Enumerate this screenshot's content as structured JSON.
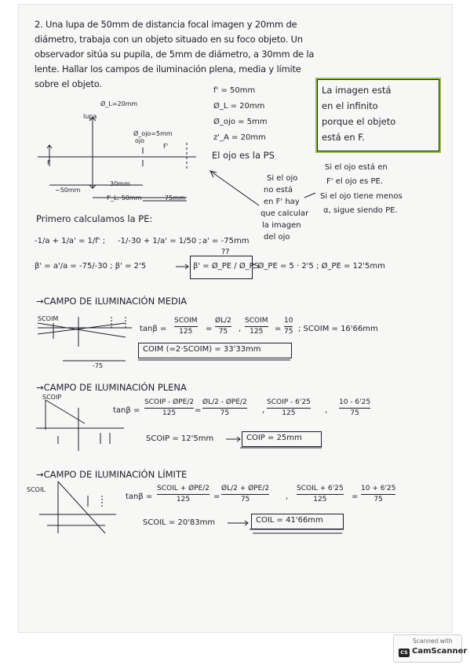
{
  "problem": {
    "line1": "2. Una lupa de 50mm de distancia focal imagen y 20mm de",
    "line2": "diámetro, trabaja con un objeto situado en su foco objeto. Un",
    "line3": "observador sitúa su pupila, de 5mm de diámetro, a 30mm de la",
    "line4": "lente. Hallar los campos de iluminación plena, media y límite",
    "line5": "sobre el objeto."
  },
  "diagram1": {
    "lupa_label": "lupa",
    "diam_label": "Ø_L=20mm",
    "pupil_label": "Ø_ojo=5mm",
    "ojo_label": "ojo",
    "f_label": "F",
    "fprime_label": "F'",
    "dim1": "~50mm",
    "dim2": "30mm",
    "dim3": "f'_L: 50mm",
    "dim4": "75mm"
  },
  "data": {
    "fprime": "f' = 50mm",
    "dl": "Ø_L = 20mm",
    "dojo": "Ø_ojo = 5mm",
    "za": "z'_A = 20mm",
    "ps": "El ojo es la PS"
  },
  "green_box": {
    "l1": "La imagen está",
    "l2": "en el infinito",
    "l3": "porque el objeto",
    "l4": "está en F."
  },
  "note_right": {
    "l1": "Si el ojo está en",
    "l2": "F' el ojo es PE.",
    "l3": "Si el ojo tiene menos",
    "l4": "α, sigue siendo PE."
  },
  "note_mid": {
    "l1": "Si el ojo",
    "l2": "no está",
    "l3": "en F' hay",
    "l4": "que calcular",
    "l5": "la imagen",
    "l6": "del ojo"
  },
  "pe": {
    "heading": "Primero calculamos la PE:",
    "eq1_a": "-1/a + 1/a' = 1/f' ;",
    "eq1_b": "-1/-30 + 1/a' = 1/50 ;",
    "eq1_c": "a' = -75mm",
    "qq": "??",
    "beta_a": "β' = a'/a = -75/-30 ; β' = 2'5",
    "beta_box": "β' = Ø_PE / Ø_PS",
    "beta_b": "; Ø_PE = 5 · 2'5 ; Ø_PE = 12'5mm"
  },
  "media": {
    "heading": "→CAMPO DE ILUMINACIÓN MEDIA",
    "sc": "SCOIM",
    "tan": "tanβ =",
    "f1n": "SCOIM",
    "f1d": "125",
    "f2n": "ØL/2",
    "f2d": "75",
    "f3n": "SCOIM",
    "f3d": "125",
    "f4n": "10",
    "f4d": "75",
    "result": "; SCOIM = 16'66mm",
    "boxed": "COIM (=2·SCOIM) = 33'33mm",
    "dim": "-75"
  },
  "plena": {
    "heading": "→CAMPO DE ILUMINACIÓN PLENA",
    "sc": "SCOIP",
    "tan": "tanβ =",
    "f1n": "SCOIP - ØPE/2",
    "f1d": "125",
    "f2n": "ØL/2 - ØPE/2",
    "f2d": "75",
    "f3n": "SCOIP - 6'25",
    "f3d": "125",
    "f4n": "10 - 6'25",
    "f4d": "75",
    "result": "SCOIP = 12'5mm",
    "boxed": "COIP = 25mm"
  },
  "limite": {
    "heading": "→CAMPO DE ILUMINACIÓN LÍMITE",
    "sc": "SCOIL",
    "tan": "tanβ =",
    "f1n": "SCOIL + ØPE/2",
    "f1d": "125",
    "f2n": "ØL/2 + ØPE/2",
    "f2d": "75",
    "f3n": "SCOIL + 6'25",
    "f3d": "125",
    "f4n": "10 + 6'25",
    "f4d": "75",
    "result": "SCOIL = 20'83mm",
    "boxed": "COIL = 41'66mm"
  },
  "watermark": {
    "top": "Scanned with",
    "name": "CamScanner",
    "logo": "CS"
  },
  "colors": {
    "ink": "#1d1d2c",
    "box_green": "#8fc043",
    "paper": "#f7f7f5"
  }
}
